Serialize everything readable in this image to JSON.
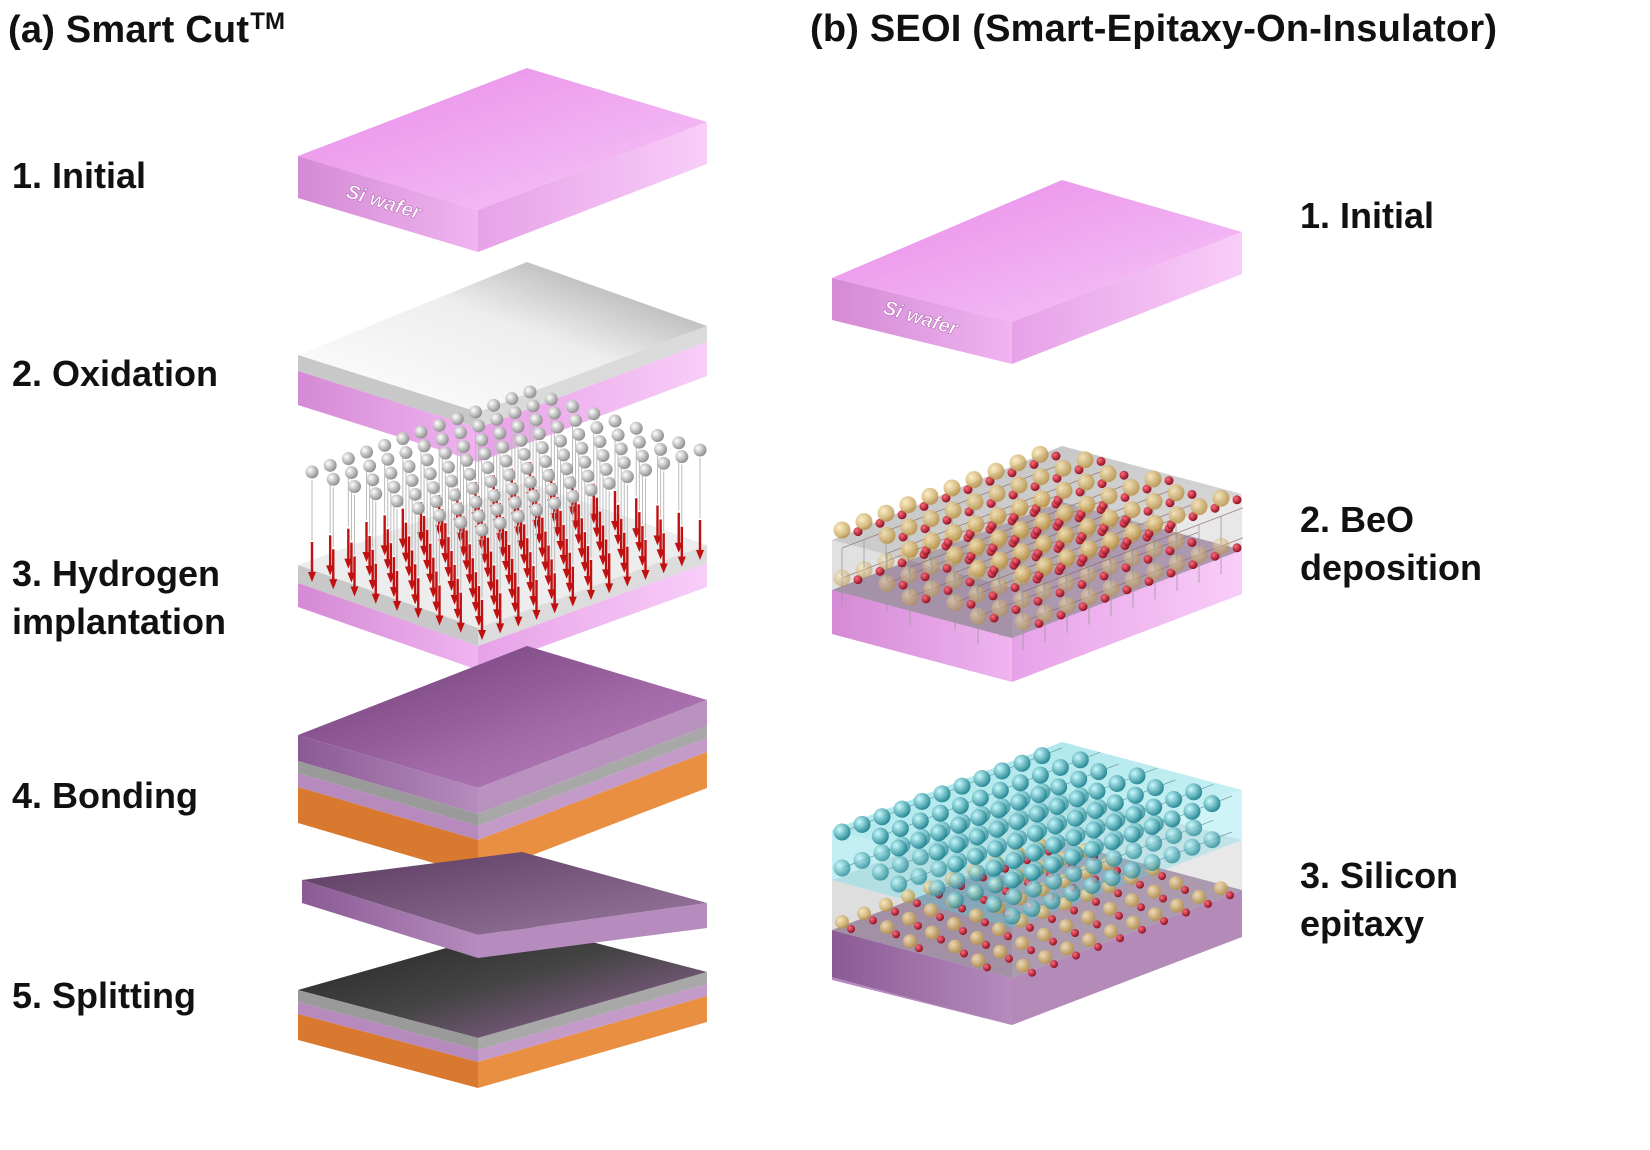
{
  "panel_a": {
    "title": "(a) Smart Cut",
    "title_sup": "TM",
    "steps": [
      {
        "line1": "1. Initial",
        "line2": ""
      },
      {
        "line1": "2. Oxidation",
        "line2": ""
      },
      {
        "line1": "3. Hydrogen",
        "line2": "implantation"
      },
      {
        "line1": "4. Bonding",
        "line2": ""
      },
      {
        "line1": "5. Splitting",
        "line2": ""
      }
    ],
    "wafer_label": "Si wafer"
  },
  "panel_b": {
    "title": "(b) SEOI (Smart-Epitaxy-On-Insulator)",
    "steps": [
      {
        "line1": "1. Initial",
        "line2": ""
      },
      {
        "line1": "2. BeO",
        "line2": "deposition"
      },
      {
        "line1": "3. Silicon",
        "line2": "epitaxy"
      }
    ],
    "wafer_label": "Si wafer"
  },
  "colors": {
    "si_wafer": "#e59ce5",
    "oxide": "#c8c8c8",
    "handle_wafer": "#d9782f",
    "hydrogen_arrow": "#c01010",
    "be_atom": "#d8b060",
    "o_atom": "#c01030",
    "si_atom": "#20b8c8"
  }
}
